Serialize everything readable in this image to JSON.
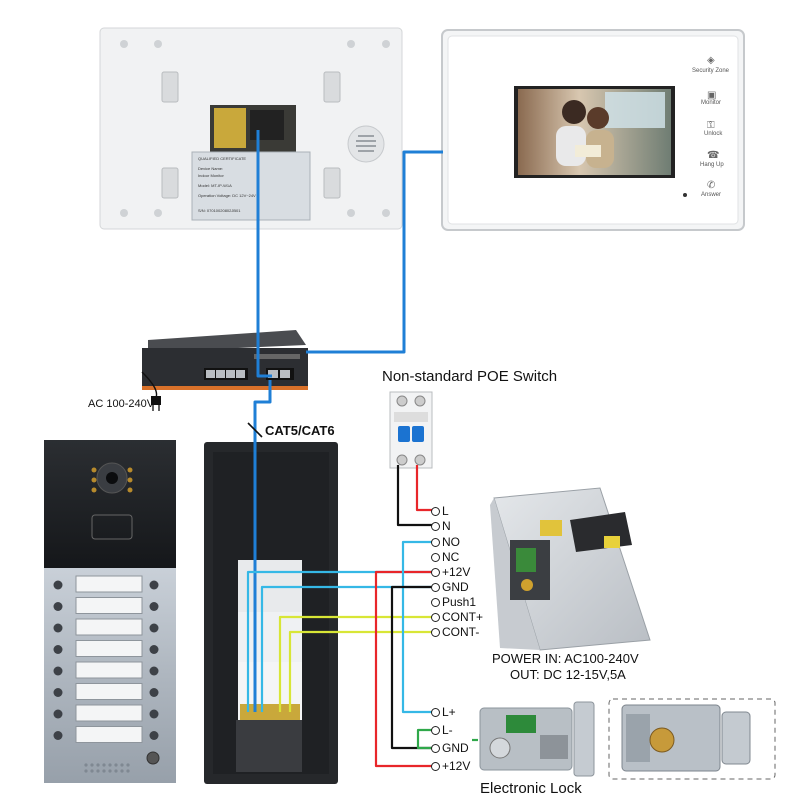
{
  "monitor": {
    "buttons": [
      {
        "label": "Security Zone",
        "icon": "shield-icon"
      },
      {
        "label": "Monitor",
        "icon": "monitor-icon"
      },
      {
        "label": "Unlock",
        "icon": "key-icon"
      },
      {
        "label": "Hang Up",
        "icon": "phone-icon"
      },
      {
        "label": "Answer",
        "icon": "answer-icon"
      }
    ],
    "back_label": {
      "title": "QUALIFIED CERTIFICATE",
      "line1": "Device Name:",
      "line2": "Indoor Monitor",
      "line3": "Model: MT-IP-W1A",
      "line4": "Operation Voltage: DC 12V~24V",
      "serial": "S/N: 07010020802JB01"
    }
  },
  "labels": {
    "ac_input": "AC 100-240V",
    "cable": "CAT5/CAT6",
    "poe_switch": "Non-standard POE Switch",
    "power_in": "POWER  IN: AC100-240V",
    "power_out": "OUT: DC 12-15V,5A",
    "lock": "Electronic Lock"
  },
  "terminals_supply": [
    "L",
    "N",
    "NO",
    "NC",
    "+12V",
    "GND",
    "Push1",
    "CONT+",
    "CONT-"
  ],
  "terminals_lock": [
    "L+",
    "L-",
    "GND",
    "+12V"
  ],
  "colors": {
    "network_cable": "#1f7fd6",
    "wire_red": "#e8262a",
    "wire_black": "#111111",
    "wire_cyan": "#35b8e6",
    "wire_yellow": "#d8e636",
    "wire_green": "#2fa84a"
  }
}
